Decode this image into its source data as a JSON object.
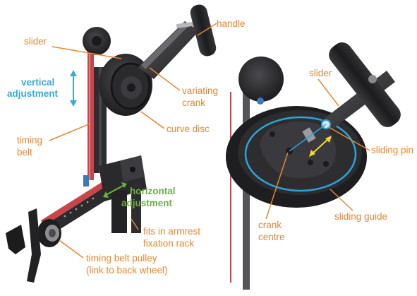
{
  "labels": {
    "handle": "handle",
    "slider_left": "slider",
    "vertical_1": "vertical",
    "vertical_2": "adjustment",
    "variating_1": "variating",
    "variating_2": "crank",
    "curve_disc": "curve disc",
    "timing_belt_1": "timing",
    "timing_belt_2": "belt",
    "horizontal_1": "horizontal",
    "horizontal_2": "adjustment",
    "armrest_1": "fits in armrest",
    "armrest_2": "fixation rack",
    "pulley_1": "timing belt pulley",
    "pulley_2": "(link to back wheel)",
    "slider_right": "slider",
    "sliding_pin": "sliding pin",
    "crank_centre_1": "crank",
    "crank_centre_2": "centre",
    "sliding_guide": "sliding guide"
  },
  "colors": {
    "label_orange": "#e8862e",
    "vertical_blue": "#3aa9d8",
    "horizontal_green": "#6ab33a",
    "belt_red": "#c8464b",
    "guide_blue": "#2aa6dc",
    "body_dark": "#2b2b2d",
    "arrow_yellow": "#f4d631"
  }
}
